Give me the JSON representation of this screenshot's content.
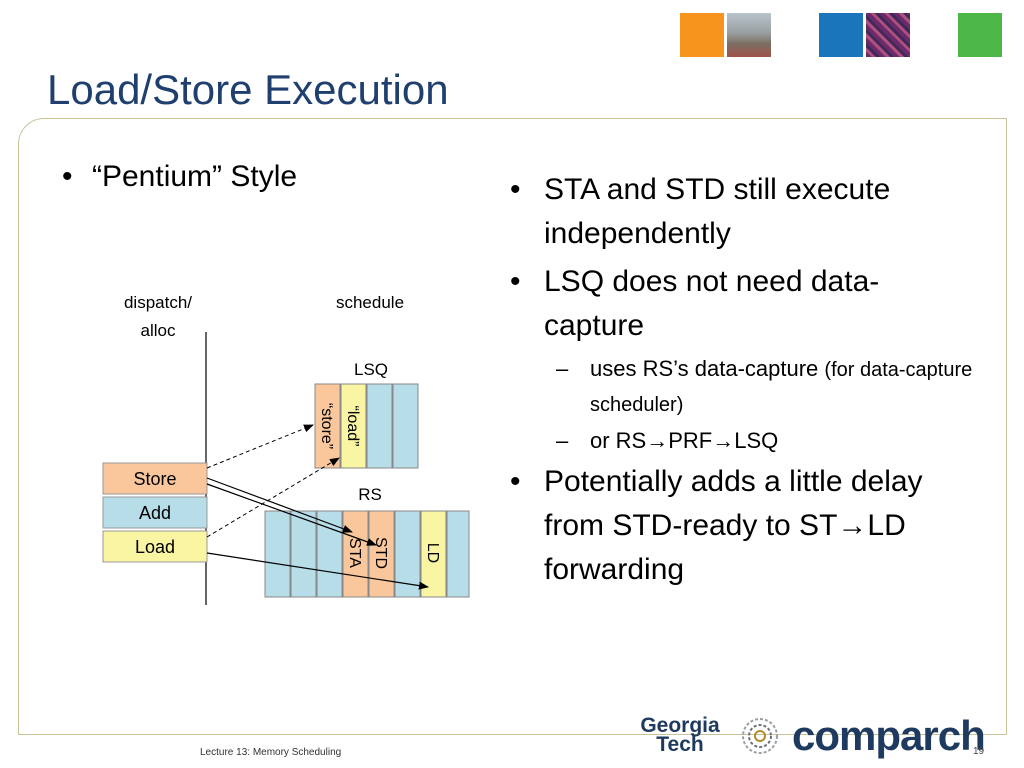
{
  "slide": {
    "title": "Load/Store Execution",
    "tile_colors": [
      "#f7941d",
      "#1b75bb",
      "#4db848"
    ],
    "left_bullet": "“Pentium” Style",
    "right_bullets": [
      {
        "text": "STA and STD still execute independently"
      },
      {
        "text": "LSQ does not need data-capture"
      },
      {
        "text": "uses RS’s data-capture",
        "note": "(for data-capture scheduler)"
      },
      {
        "text": "or RS",
        "mid": "PRF",
        "end": "LSQ",
        "arrow": "→"
      },
      {
        "text": "Potentially adds a little delay from STD-ready to ST",
        "end": "LD forwarding",
        "arrow": "→"
      }
    ],
    "footer": "Lecture 13: Memory Scheduling",
    "page_number": "19",
    "logos": {
      "gt_line1": "Georgia",
      "gt_line2": "Tech",
      "comparch": "comparch"
    }
  },
  "diagram": {
    "labels": {
      "dispatch_line1": "dispatch/",
      "dispatch_line2": "alloc",
      "schedule": "schedule",
      "lsq": "LSQ",
      "rs": "RS"
    },
    "dispatch_entries": [
      "Store",
      "Add",
      "Load"
    ],
    "lsq_entries": [
      "“store”",
      "“load”"
    ],
    "rs_entries": [
      "STA",
      "STD",
      "LD"
    ],
    "colors": {
      "store": "#f9c79b",
      "add": "#b7dde8",
      "load": "#f9f5a3",
      "slot": "#b7dde8"
    }
  }
}
